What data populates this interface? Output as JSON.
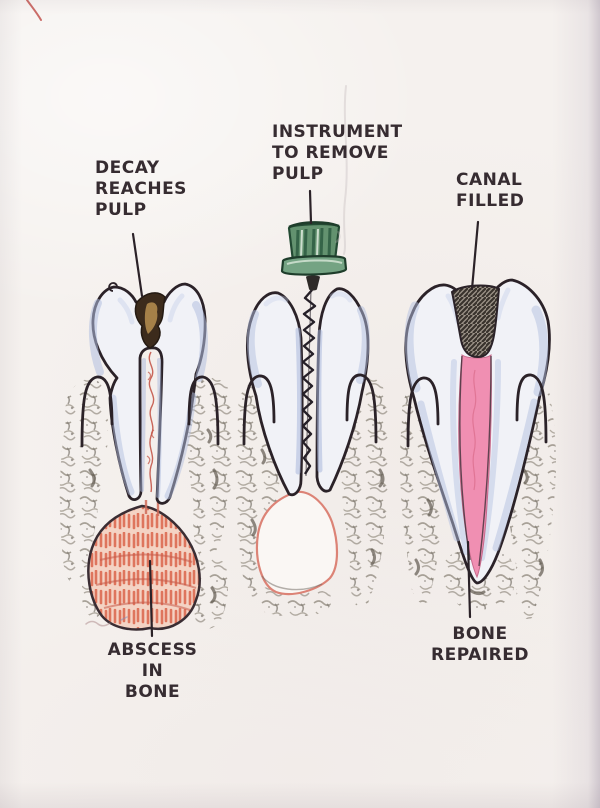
{
  "figure": {
    "stage1": {
      "top_label": "DECAY\nREACHES\nPULP",
      "bottom_label": "ABSCESS\nIN\nBONE"
    },
    "stage2": {
      "top_label": "INSTRUMENT\nTO REMOVE\nPULP"
    },
    "stage3": {
      "top_label": "CANAL\nFILLED",
      "bottom_label": "BONE\nREPAIRED"
    }
  },
  "colors": {
    "ink": "#2b2228",
    "paper": "#f5f1ee",
    "tooth_fill": "#f1f2f7",
    "tooth_shade_blue": "#b3c0e0",
    "decay_dark": "#3c2b1c",
    "decay_tan": "#b08a4e",
    "pulp_infection_red": "#c4574a",
    "abscess_red": "#dc6a52",
    "instrument_green": "#63926f",
    "canal_filling_pink": "#f08fb2",
    "filling_hatch_dark": "#38322c",
    "bone_gray": "#8d867b"
  }
}
